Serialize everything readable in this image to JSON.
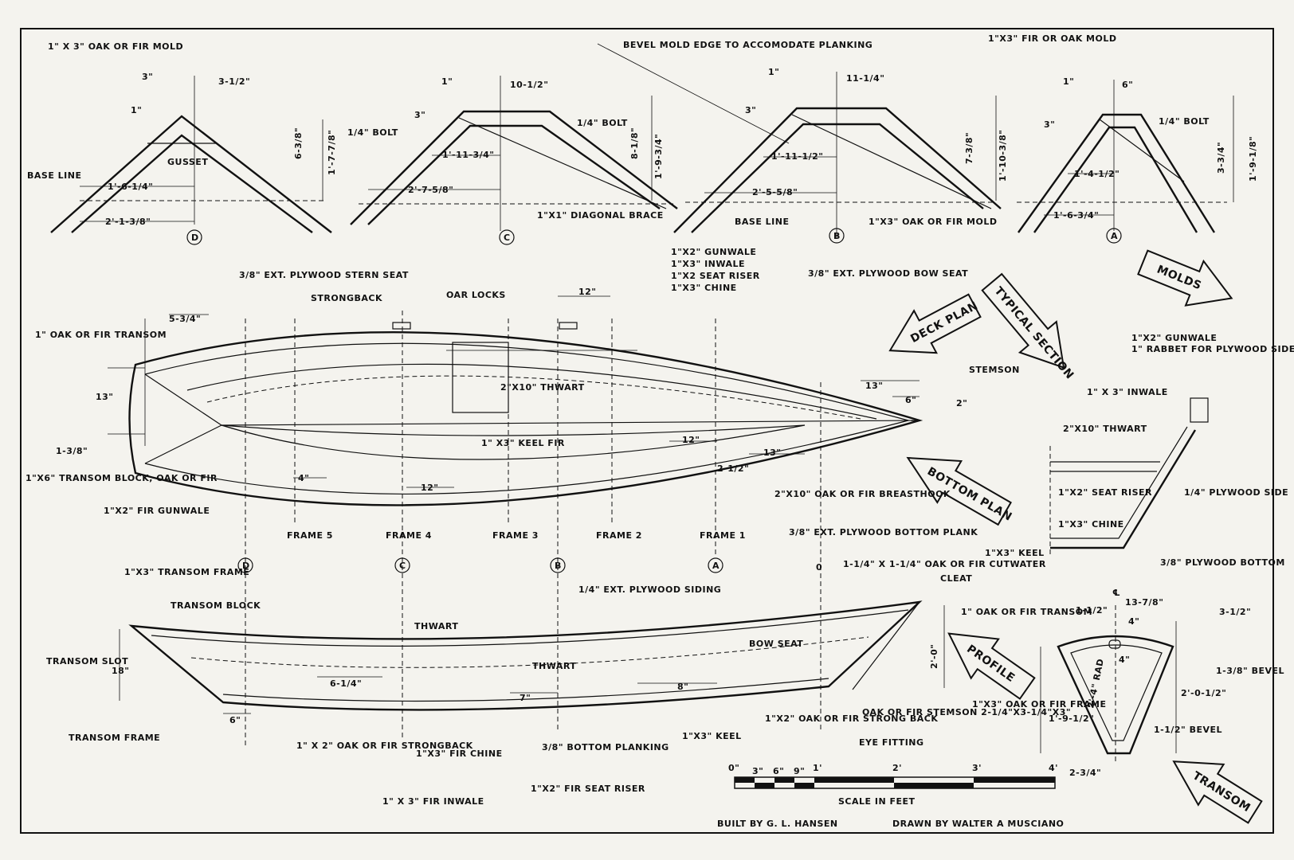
{
  "molds": {
    "D": {
      "tag": "D",
      "oak_mold": "1\" X 3\" OAK OR FIR MOLD",
      "top_offset": "3-1/2\"",
      "corner": "3\"",
      "one": "1\"",
      "gusset": "GUSSET",
      "base_line": "BASE LINE",
      "inner_half": "1'-6-1/4\"",
      "outer_half": "2'-1-3/8\"",
      "height_inner": "6-3/8\"",
      "height_outer": "1'-7-7/8\""
    },
    "C": {
      "tag": "C",
      "top": "10-1/2\"",
      "corner": "3\"",
      "one": "1\"",
      "bolt_left": "1/4\" BOLT",
      "bolt_right": "1/4\" BOLT",
      "inner_half": "1'-11-3/4\"",
      "outer_half": "2'-7-5/8\"",
      "height_inner": "8-1/8\"",
      "height_outer": "1'-9-3/4\"",
      "brace": "1\"X1\" DIAGONAL BRACE"
    },
    "B": {
      "tag": "B",
      "bevel_note": "BEVEL MOLD EDGE TO ACCOMODATE PLANKING",
      "top": "11-1/4\"",
      "corner": "3\"",
      "one": "1\"",
      "inner_half": "1'-11-1/2\"",
      "outer_half": "2'-5-5/8\"",
      "height_inner": "7-3/8\"",
      "height_outer": "1'-10-3/8\"",
      "base_line": "BASE LINE",
      "fir_mold": "1\"X3\" OAK OR FIR MOLD"
    },
    "A": {
      "tag": "A",
      "fir_mold": "1\"X3\" FIR OR OAK MOLD",
      "top": "6\"",
      "corner": "3\"",
      "one": "1\"",
      "bolt": "1/4\" BOLT",
      "inner_half": "1'-4-1/2\"",
      "outer_half": "1'-6-3/4\"",
      "height_inner": "3-3/4\"",
      "height_outer": "1'-9-1/8\""
    }
  },
  "arrows": {
    "molds": "MOLDS",
    "deck_plan": "DECK PLAN",
    "typical_section": "TYPICAL SECTION",
    "bottom_plan": "BOTTOM PLAN",
    "profile": "PROFILE",
    "transom": "TRANSOM"
  },
  "plan": {
    "stern_seat": "3/8\" EXT. PLYWOOD STERN SEAT",
    "strongback": "STRONGBACK",
    "oar_locks": "OAR LOCKS",
    "dim_12_top": "12\"",
    "gunwale": "1\"X2\" GUNWALE",
    "inwale": "1\"X3\" INWALE",
    "seat_riser": "1\"X2 SEAT RISER",
    "chine": "1\"X3\" CHINE",
    "bow_seat": "3/8\" EXT. PLYWOOD BOW SEAT",
    "transom_note": "1\" OAK OR FIR TRANSOM",
    "dim_5_3_4": "5-3/4\"",
    "dim_13": "13\"",
    "dim_1_3_8": "1-3/8\"",
    "thwart": "2\"X10\" THWART",
    "stemson": "STEMSON",
    "dim_13_b": "13\"",
    "dim_6": "6\"",
    "dim_2": "2\"",
    "keel": "1\" X3\" KEEL FIR",
    "dim_12_mid": "12\"",
    "dim_13_mid": "13\"",
    "dim_2_1_2": "2-1/2\"",
    "transom_block": "1\"X6\" TRANSOM BLOCK, OAK OR FIR",
    "dim_4": "4\"",
    "dim_12_low": "12\"",
    "breasthook": "2\"X10\" OAK OR FIR BREASTHOOK",
    "fir_gunwale": "1\"X2\" FIR GUNWALE",
    "bottom_plank": "3/8\" EXT. PLYWOOD BOTTOM PLANK",
    "transom_frame": "1\"X3\" TRANSOM FRAME",
    "frames": [
      "FRAME 5",
      "FRAME 4",
      "FRAME 3",
      "FRAME 2",
      "FRAME 1"
    ],
    "stations": [
      "D",
      "C",
      "B",
      "A"
    ],
    "zero": "0"
  },
  "profile": {
    "transom_block": "TRANSOM BLOCK",
    "transom_slot": "TRANSOM SLOT",
    "dim_18": "18\"",
    "thwart_top": "THWART",
    "siding": "1/4\" EXT. PLYWOOD SIDING",
    "cutwater": "1-1/4\" X 1-1/4\" OAK OR FIR CUTWATER",
    "cleat": "CLEAT",
    "bow_seat": "BOW SEAT",
    "thwart_mid": "THWART",
    "dim_6_1_4": "6-1/4\"",
    "dim_8": "8\"",
    "dim_7": "7\"",
    "dim_2_0": "2'-0\"",
    "dim_6": "6\"",
    "transom_frame": "TRANSOM FRAME",
    "strongback": "1\" X 2\" OAK OR FIR STRONGBACK",
    "chine": "1\"X3\" FIR CHINE",
    "bottom_planking": "3/8\" BOTTOM PLANKING",
    "keel": "1\"X3\" KEEL",
    "strong_back": "1\"X2\" OAK OR FIR STRONG BACK",
    "stemson": "OAK OR FIR STEMSON 2-1/4\"X3-1/4\"X3\"",
    "eye_fitting": "EYE FITTING",
    "seat_riser": "1\"X2\" FIR SEAT RISER",
    "inwale": "1\" X 3\" FIR INWALE"
  },
  "section": {
    "gunwale": "1\"X2\" GUNWALE",
    "rabbet": "1\" RABBET FOR PLYWOOD SIDE",
    "inwale": "1\" X 3\" INWALE",
    "thwart": "2\"X10\" THWART",
    "seat_riser": "1\"X2\" SEAT RISER",
    "side": "1/4\" PLYWOOD SIDE",
    "chine": "1\"X3\" CHINE",
    "keel": "1\"X3\" KEEL",
    "bottom": "3/8\" PLYWOOD BOTTOM"
  },
  "transom": {
    "cl": "℄",
    "note": "1\" OAK OR FIR TRANSOM",
    "d1": "1-1/2\"",
    "d2": "13-7/8\"",
    "d3": "4\"",
    "d4": "3-1/2\"",
    "d5": "4\"",
    "bevel1": "1-3/8\" BEVEL",
    "width": "2'-0-1/2\"",
    "rad": "2'-4\" RAD",
    "frame": "1\"X3\" OAK OR FIR FRAME",
    "height": "1'-9-1/2\"",
    "bevel2": "1-1/2\" BEVEL",
    "bottom": "2-3/4\""
  },
  "scale": {
    "title": "SCALE IN FEET",
    "ticks": [
      "0\"",
      "3\"",
      "6\"",
      "9\"",
      "1'",
      "2'",
      "3'",
      "4'"
    ]
  },
  "credits": {
    "built": "BUILT BY G. L. HANSEN",
    "drawn": "DRAWN BY WALTER A MUSCIANO"
  }
}
